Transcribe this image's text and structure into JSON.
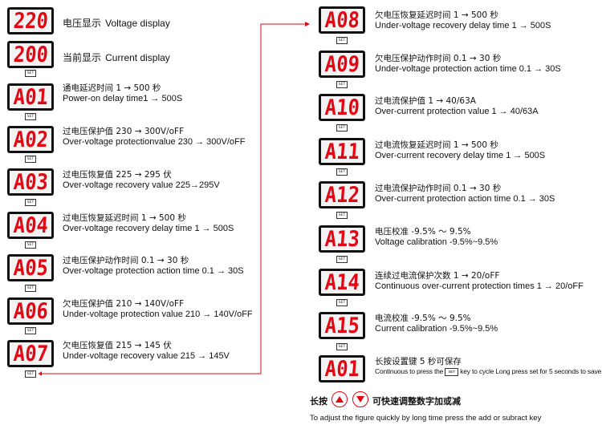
{
  "left_column": [
    {
      "display": "220",
      "cn": "电压显示",
      "en": "Voltage display",
      "single": true
    },
    {
      "display": "200",
      "cn": "当前显示",
      "en": "Current display",
      "single": true
    },
    {
      "display": "A01",
      "cn": "通电延迟时间 1 → 500 秒",
      "en": "Power-on delay time1 → 500S"
    },
    {
      "display": "A02",
      "cn": "过电压保护值 230 → 300V/oFF",
      "en": "Over-voltage protectionvalue 230 → 300V/oFF"
    },
    {
      "display": "A03",
      "cn": "过电压恢复值 225 → 295 伏",
      "en": "Over-voltage recovery value 225→295V"
    },
    {
      "display": "A04",
      "cn": "过电压恢复延迟时间 1 → 500 秒",
      "en": "Over-voltage recovery delay time 1 → 500S"
    },
    {
      "display": "A05",
      "cn": "过电压保护动作时间 0.1 → 30 秒",
      "en": "Over-voltage protection action time 0.1 → 30S"
    },
    {
      "display": "A06",
      "cn": "欠电压保护值 210 → 140V/oFF",
      "en": "Under-voltage protection value 210 → 140V/oFF"
    },
    {
      "display": "A07",
      "cn": "欠电压恢复值 215 → 145 伏",
      "en": "Under-voltage recovery value 215 → 145V"
    }
  ],
  "right_column": [
    {
      "display": "A08",
      "cn": "欠电压恢复延迟时间 1 → 500 秒",
      "en": "Under-voltage recovery delay time 1 → 500S"
    },
    {
      "display": "A09",
      "cn": "欠电压保护动作时间 0.1 → 30 秒",
      "en": "Under-voltage protection action time 0.1 → 30S"
    },
    {
      "display": "A10",
      "cn": "过电流保护值 1 → 40/63A",
      "en": "Over-current protection value 1 → 40/63A"
    },
    {
      "display": "A11",
      "cn": "过电流恢复延迟时间 1 → 500 秒",
      "en": "Over-current recovery delay time 1 → 500S"
    },
    {
      "display": "A12",
      "cn": "过电流保护动作时间 0.1 → 30 秒",
      "en": "Over-current protection action time 0.1 → 30S"
    },
    {
      "display": "A13",
      "cn": "电压校准 -9.5% ～ 9.5%",
      "en": "Voltage calibration -9.5%~9.5%"
    },
    {
      "display": "A14",
      "cn": "连续过电流保护次数 1 → 20/oFF",
      "en": "Continuous over-current protection times 1 → 20/oFF"
    },
    {
      "display": "A15",
      "cn": "电流校准 -9.5% ～ 9.5%",
      "en": "Current calibration -9.5%~9.5%"
    },
    {
      "display": "A01",
      "cn": "长按设置键 5 秒可保存",
      "en_before": "Continuous to press the",
      "en_after": "key to cycle Long press set for 5 seconds to save"
    }
  ],
  "set_key_label": "SET",
  "footer": {
    "cn_before": "长按",
    "cn_after": "可快速调整数字加或减",
    "en": "To adjust the figure quickly by long time press the add or subract key"
  },
  "icons": {
    "up_button": "up-arrow-icon",
    "down_button": "down-arrow-icon"
  },
  "colors": {
    "digit": "#e30613",
    "button": "#e30613"
  }
}
